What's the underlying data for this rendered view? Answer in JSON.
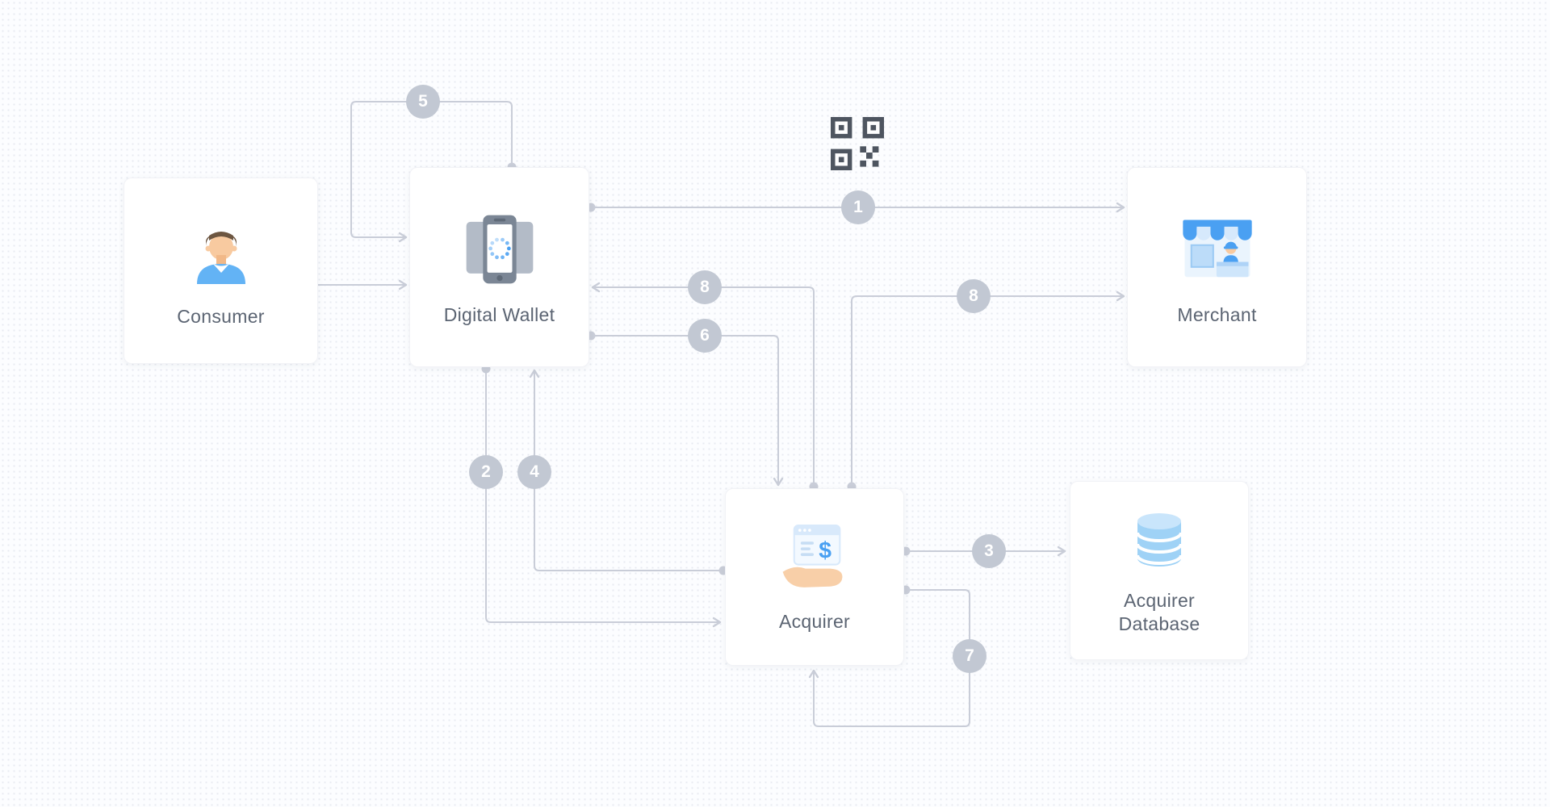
{
  "diagram": {
    "nodes": [
      {
        "id": "consumer",
        "label": "Consumer",
        "icon": "person-icon"
      },
      {
        "id": "digital-wallet",
        "label": "Digital Wallet",
        "icon": "smartphone-spinner-icon"
      },
      {
        "id": "merchant",
        "label": "Merchant",
        "icon": "storefront-icon"
      },
      {
        "id": "acquirer",
        "label": "Acquirer",
        "icon": "payment-window-hand-icon"
      },
      {
        "id": "acquirer-database",
        "label": "Acquirer Database",
        "icon": "database-icon"
      }
    ],
    "steps": [
      {
        "id": "1",
        "num": "1",
        "from": "Digital Wallet",
        "to": "Merchant"
      },
      {
        "id": "2",
        "num": "2",
        "from": "Digital Wallet",
        "to": "Acquirer"
      },
      {
        "id": "3",
        "num": "3",
        "from": "Acquirer",
        "to": "Acquirer Database"
      },
      {
        "id": "4",
        "num": "4",
        "from": "Acquirer",
        "to": "Digital Wallet"
      },
      {
        "id": "5",
        "num": "5",
        "from": "Digital Wallet",
        "to": "Digital Wallet"
      },
      {
        "id": "6",
        "num": "6",
        "from": "Digital Wallet",
        "to": "Acquirer"
      },
      {
        "id": "7",
        "num": "7",
        "from": "Acquirer",
        "to": "Acquirer"
      },
      {
        "id": "8a",
        "num": "8",
        "from": "Acquirer",
        "to": "Digital Wallet"
      },
      {
        "id": "8b",
        "num": "8",
        "from": "Acquirer",
        "to": "Merchant"
      }
    ],
    "unlabeled_edges": [
      {
        "from": "Consumer",
        "to": "Digital Wallet"
      }
    ],
    "icons": {
      "currency_symbol": "$",
      "qr_code": "qr-code-icon"
    },
    "colors": {
      "line": "#c9cdd8",
      "badge": "#c2c8d3",
      "label": "#5b6472",
      "accent_blue": "#4aa0f2",
      "light_blue": "#cfe4fb",
      "qr_dark": "#4e5560"
    }
  }
}
